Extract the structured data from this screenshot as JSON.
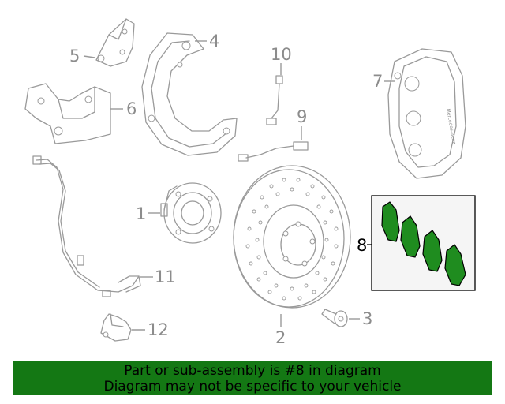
{
  "diagram": {
    "callouts": [
      {
        "id": "1",
        "text": "1"
      },
      {
        "id": "2",
        "text": "2"
      },
      {
        "id": "3",
        "text": "3"
      },
      {
        "id": "4",
        "text": "4"
      },
      {
        "id": "5",
        "text": "5"
      },
      {
        "id": "6",
        "text": "6"
      },
      {
        "id": "7",
        "text": "7"
      },
      {
        "id": "8",
        "text": "8"
      },
      {
        "id": "9",
        "text": "9"
      },
      {
        "id": "10",
        "text": "10"
      },
      {
        "id": "11",
        "text": "11"
      },
      {
        "id": "12",
        "text": "12"
      }
    ],
    "caliper_marking": "Mercedes-Benz",
    "highlight_part": "8",
    "colors": {
      "line_art": "#9a9a9a",
      "highlight_fill": "#1f8c1f",
      "highlight_box_bg": "#f5f5f5",
      "banner_bg": "#147814"
    }
  },
  "banner": {
    "line1": "Part or sub-assembly is #8 in diagram",
    "line2": "Diagram may not be specific to your vehicle"
  }
}
